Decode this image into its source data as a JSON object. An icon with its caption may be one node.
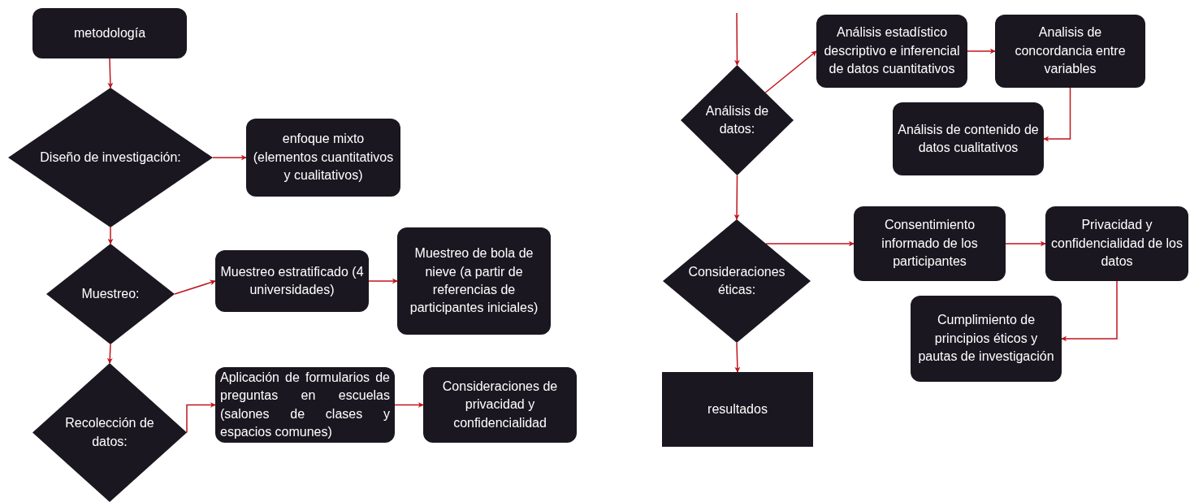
{
  "diagram": {
    "nodes": [
      {
        "text": [
          "metodología"
        ]
      },
      {
        "text": [
          "Diseño de investigación:"
        ]
      },
      {
        "text": [
          "enfoque mixto (elementos cuantitativos y cualitativos)"
        ]
      },
      {
        "text": [
          "Muestreo:"
        ]
      },
      {
        "text": [
          "Muestreo estratificado (4 universidades)"
        ]
      },
      {
        "text": [
          "Muestreo de bola de nieve (a partir de referencias de participantes iniciales)"
        ]
      },
      {
        "text": [
          "Recolección de datos:"
        ]
      },
      {
        "text": [
          "Aplicación de formularios de preguntas en escuelas (salones de clases y espacios comunes)"
        ]
      },
      {
        "text": [
          "Consideraciones de privacidad y confidencialidad"
        ]
      },
      {
        "text": [
          "Análisis de datos:"
        ]
      },
      {
        "text": [
          "Análisis estadístico descriptivo e inferencial de datos cuantitativos"
        ]
      },
      {
        "text": [
          "Analisis de concordancia entre variables"
        ]
      },
      {
        "text": [
          "Análisis de contenido de datos cualitativos"
        ]
      },
      {
        "text": [
          "Consideraciones éticas:"
        ]
      },
      {
        "text": [
          "Consentimiento informado de los participantes"
        ]
      },
      {
        "text": [
          "Privacidad y confidencialidad de los datos"
        ]
      },
      {
        "text": [
          "Cumplimiento de principios éticos y pautas de investigación"
        ]
      },
      {
        "text": [
          "resultados"
        ]
      }
    ],
    "edges": [
      {
        "from": 0,
        "to": 1,
        "arrow": "to"
      },
      {
        "from": 1,
        "to": 2,
        "arrow": "to"
      },
      {
        "from": 1,
        "to": 3,
        "arrow": "to"
      },
      {
        "from": 3,
        "to": 4,
        "arrow": "to"
      },
      {
        "from": 4,
        "to": 5,
        "arrow": "to"
      },
      {
        "from": 3,
        "to": 6,
        "arrow": "to"
      },
      {
        "from": 6,
        "to": 7,
        "arrow": "to"
      },
      {
        "from": 7,
        "to": 8,
        "arrow": "to"
      },
      {
        "from": null,
        "to": 9,
        "arrow": "to"
      },
      {
        "from": 9,
        "to": 10,
        "arrow": "to"
      },
      {
        "from": 10,
        "to": 11,
        "arrow": "to"
      },
      {
        "from": 11,
        "to": 12,
        "arrow": "to"
      },
      {
        "from": 9,
        "to": 13,
        "arrow": "to"
      },
      {
        "from": 13,
        "to": 14,
        "arrow": "to"
      },
      {
        "from": 14,
        "to": 15,
        "arrow": "to"
      },
      {
        "from": 15,
        "to": 16,
        "arrow": "to"
      },
      {
        "from": 13,
        "to": 17,
        "arrow": "to"
      }
    ]
  }
}
